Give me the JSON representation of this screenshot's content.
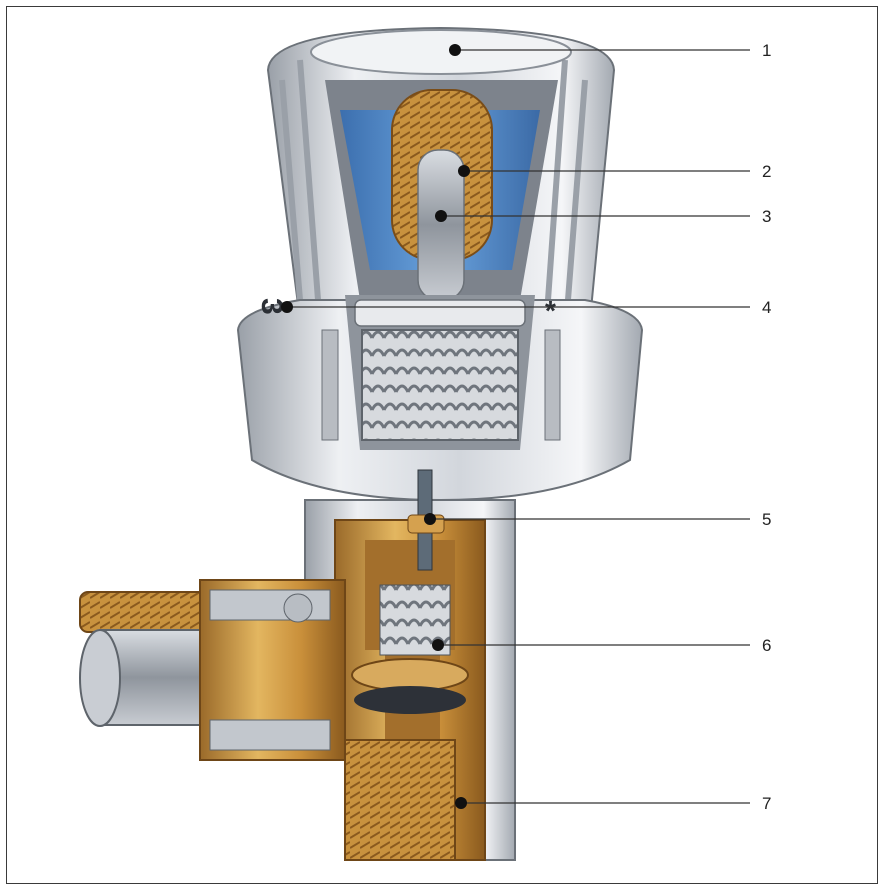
{
  "diagram": {
    "subject": "thermostatic radiator valve cutaway",
    "callouts": [
      {
        "label": "1"
      },
      {
        "label": "2"
      },
      {
        "label": "3"
      },
      {
        "label": "4"
      },
      {
        "label": "5"
      },
      {
        "label": "6"
      },
      {
        "label": "7"
      }
    ],
    "dial_marks": [
      "3",
      "*"
    ],
    "colors": {
      "housing": "#c9cdd3",
      "housing_dark": "#7d838c",
      "liquid": "#4f86c4",
      "brass": "#d3a24a",
      "brass_dark": "#8a5a1e",
      "spring": "#a8adb4",
      "seal": "#2d3138",
      "leader": "#333333"
    }
  }
}
